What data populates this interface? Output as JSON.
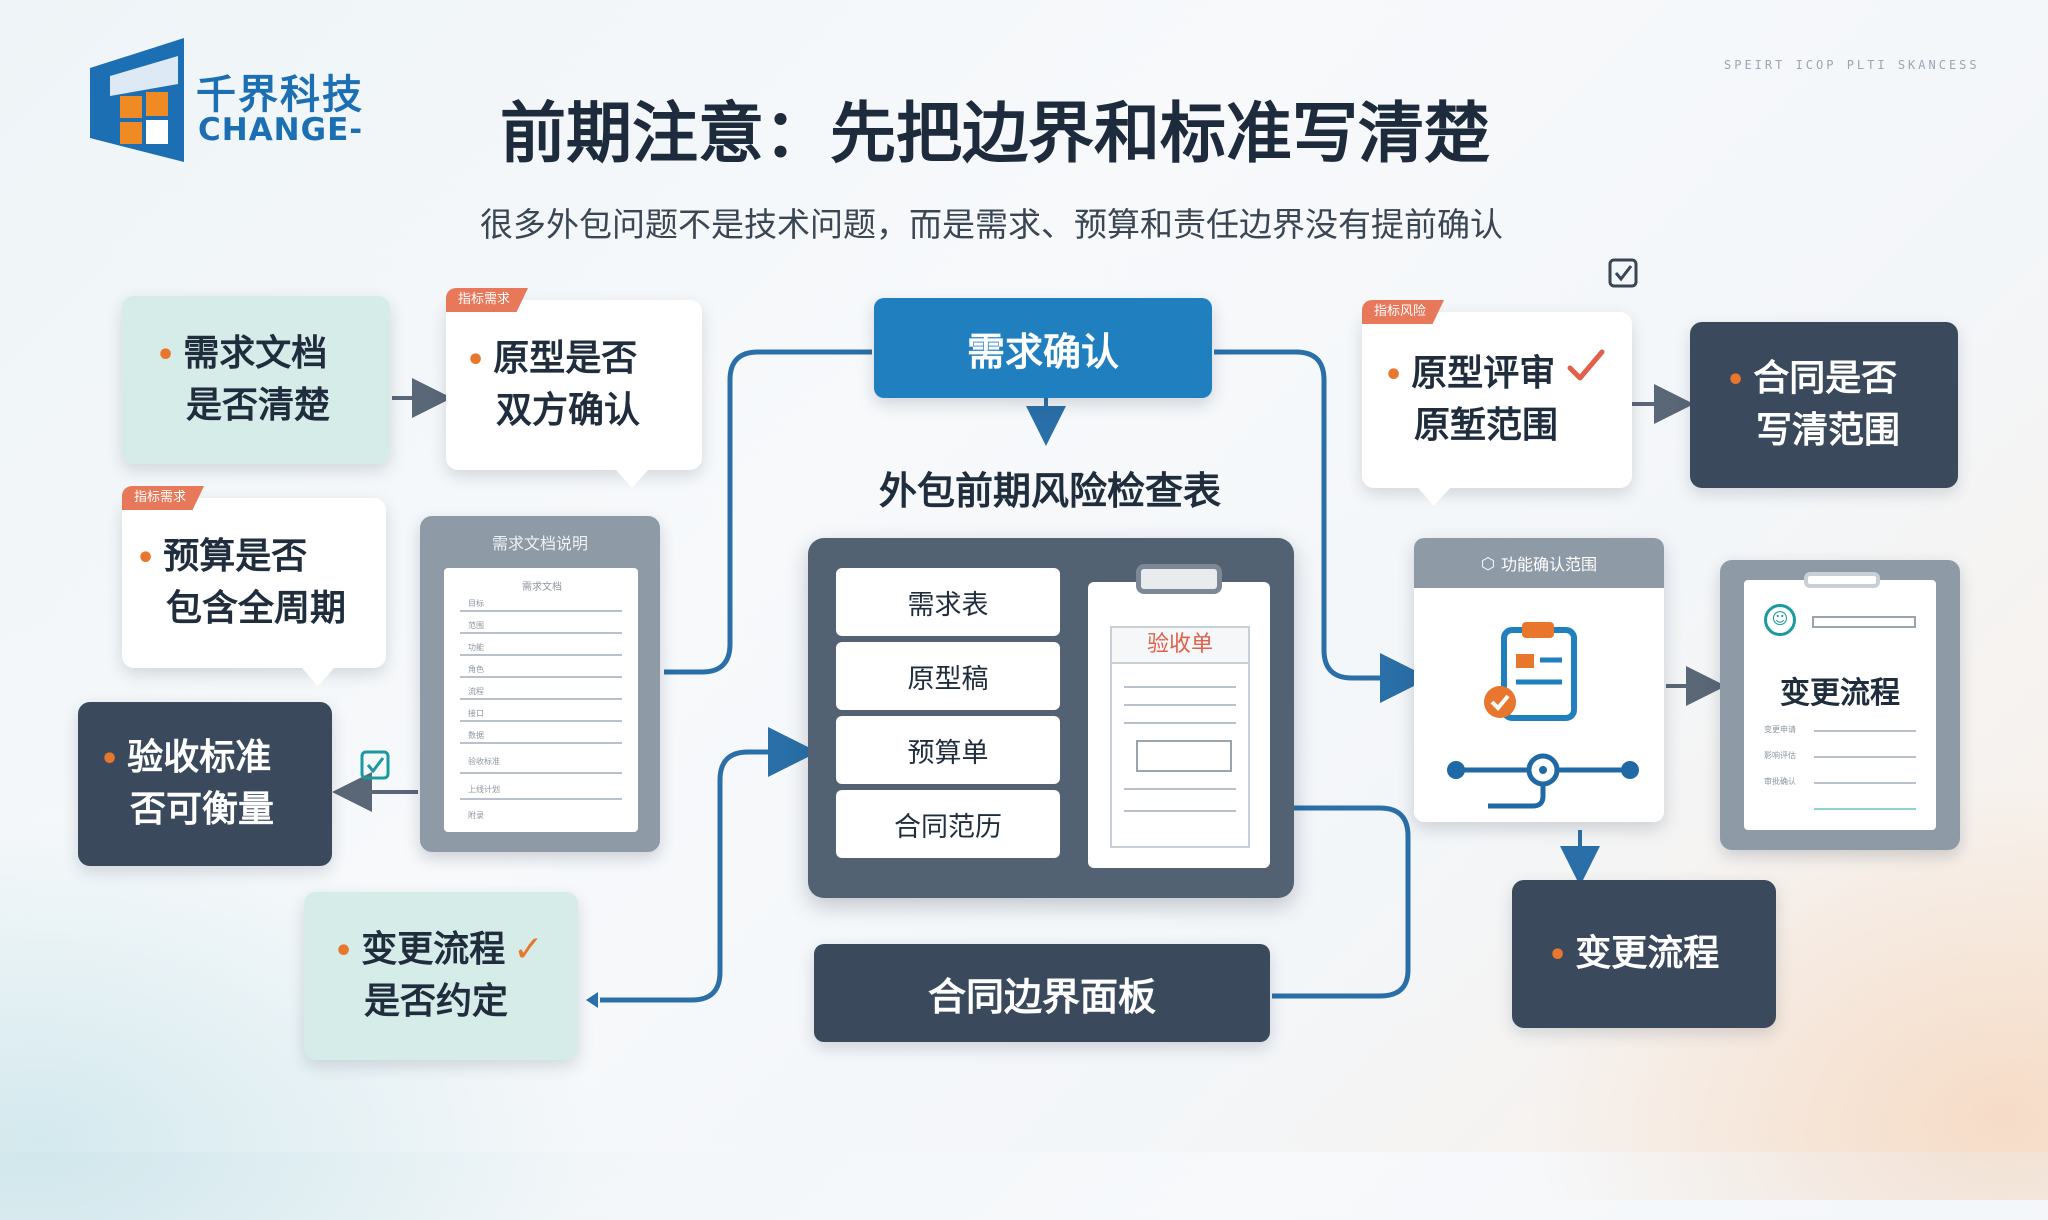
{
  "brand": {
    "name_cn": "千界科技",
    "name_en": "CHANGE-",
    "tagline": "SPEIRT ICOP PLTI SKANCESS"
  },
  "header": {
    "title": "前期注意：先把边界和标准写清楚",
    "subtitle": "很多外包问题不是技术问题，而是需求、预算和责任边界没有提前确认"
  },
  "left_cards": {
    "requirement_doc": [
      "需求文档",
      "是否清楚"
    ],
    "prototype_confirm": {
      "tag": "指标需求",
      "lines": [
        "原型是否",
        "双方确认"
      ]
    },
    "budget": {
      "tag": "指标需求",
      "lines": [
        "预算是否",
        "包含全周期"
      ]
    },
    "acceptance": [
      "验收标准",
      "否可衡量"
    ],
    "change_agreed": [
      "变更流程",
      "是否约定"
    ]
  },
  "left_doc": {
    "header": "需求文档说明",
    "title": "需求文档",
    "rows": [
      "目标",
      "范围",
      "功能",
      "角色",
      "流程",
      "接口",
      "数据",
      "验收标准",
      "上线计划",
      "附录"
    ]
  },
  "center": {
    "top_button": "需求确认",
    "checklist_title": "外包前期风险检查表",
    "items": [
      "需求表",
      "原型稿",
      "预算单",
      "合同范历"
    ],
    "acceptance_sheet": "验收单",
    "bottom_panel": "合同边界面板"
  },
  "right_cards": {
    "prototype_review": {
      "tag": "指标风险",
      "lines": [
        "原型评审",
        "原堑范围"
      ]
    },
    "contract": [
      "合同是否",
      "写清范围"
    ],
    "scope_panel_header": "功能确认范围",
    "change_clipboard": {
      "title": "变更流程",
      "rows": [
        "变更申请",
        "影响评估",
        "审批确认"
      ]
    },
    "change_button": "变更流程"
  },
  "colors": {
    "accent_orange": "#e8762d",
    "brand_blue": "#1c6fb3",
    "connector_blue": "#2a6fa8",
    "dark_card": "#3a4a5c",
    "teal_card": "#d5ece9",
    "check_teal": "#1a9aa0",
    "check_red": "#e0604a"
  },
  "icons": [
    "checkbox-icon",
    "check-icon",
    "clipboard-icon",
    "hexagon-icon",
    "robot-icon",
    "arrow-icon"
  ]
}
